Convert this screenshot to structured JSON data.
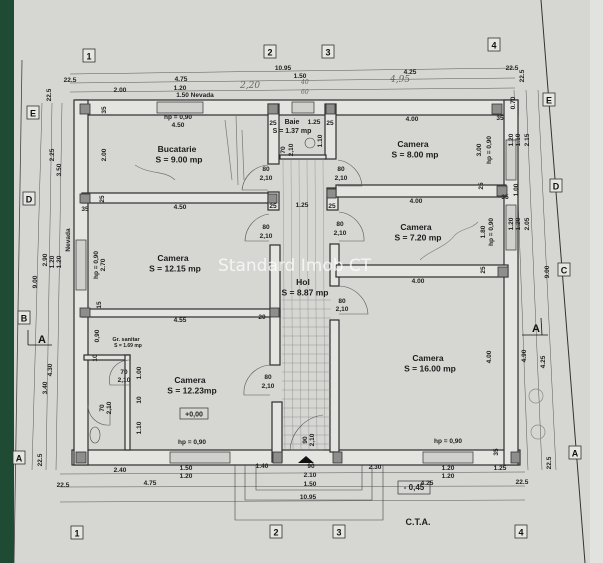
{
  "grid_axes": {
    "columns_top": [
      "1",
      "2",
      "3",
      "4"
    ],
    "columns_bottom": [
      "1",
      "2",
      "3",
      "4"
    ],
    "rows_left": [
      "E",
      "D",
      "B",
      "A"
    ],
    "rows_right": [
      "E",
      "D",
      "C",
      "A"
    ]
  },
  "section_marker": "A",
  "rooms": [
    {
      "name": "Bucatarie",
      "area": "S = 9.00 mp"
    },
    {
      "name": "Baie",
      "area": "S = 1.37 mp"
    },
    {
      "name": "Camera",
      "area": "S = 8.00 mp"
    },
    {
      "name": "Camera",
      "area": "S = 7.20 mp"
    },
    {
      "name": "Camera",
      "area": "S = 12.15 mp"
    },
    {
      "name": "Hol",
      "area": "S = 8.87 mp"
    },
    {
      "name": "Gr. sanitar",
      "area": "S = 1.69 mp"
    },
    {
      "name": "Camera",
      "area": "S = 12.23mp"
    },
    {
      "name": "Camera",
      "area": "S = 16.00 mp"
    }
  ],
  "levels": {
    "floor": "+0,00",
    "ground": "- 0,45",
    "ground_label": "C.T.A."
  },
  "watermark": "Standard Imob CT",
  "handwritten": [
    "2,20",
    "4,95",
    "40",
    "60"
  ],
  "dimensions": [
    "10.95",
    "22.5",
    "4.75",
    "1.50",
    "4.25",
    "2.00",
    "1.20",
    "1.50 Nevada",
    "22.5",
    "hp = 0,90",
    "4.50",
    "35",
    "1.25",
    "25",
    "25",
    "1.10",
    "70",
    "2,10",
    "4.00",
    "3.00",
    "hp = 0,90",
    "35",
    "2.00",
    "80",
    "2,10",
    "80",
    "2,10",
    "25",
    "35",
    "4.50",
    "25",
    "1.25",
    "25",
    "4.00",
    "35",
    "25",
    "80",
    "2,10",
    "80",
    "2,10",
    "1.80",
    "hp = 0,90",
    "Nevada",
    "hp = 0,90",
    "2.70",
    "25",
    "4.00",
    "80",
    "2,10",
    "15",
    "4.55",
    "20",
    "10",
    "0,90",
    "70",
    "2,10",
    "1.00",
    "10",
    "70",
    "2,10",
    "1.10",
    "80",
    "2,10",
    "90",
    "2,10",
    "4.00",
    "hp = 0,90",
    "hp = 0,90",
    "35",
    "2.40",
    "1.50",
    "1.20",
    "1.40",
    "90",
    "2.10",
    "1.50",
    "2.30",
    "1.20",
    "1.20",
    "1.25",
    "22.5",
    "4.75",
    "4.25",
    "22.5",
    "10.95",
    "22.5",
    "2.25",
    "3.50",
    "2.90",
    "1.20",
    "1.20",
    "9.00",
    "3.40",
    "4.30",
    "22.5",
    "22.5",
    "0.70",
    "1.20",
    "1.10",
    "2.15",
    "1.00",
    "1.20",
    "1.20",
    "2.05",
    "9.00",
    "4.90",
    "4.25",
    "22.5"
  ]
}
